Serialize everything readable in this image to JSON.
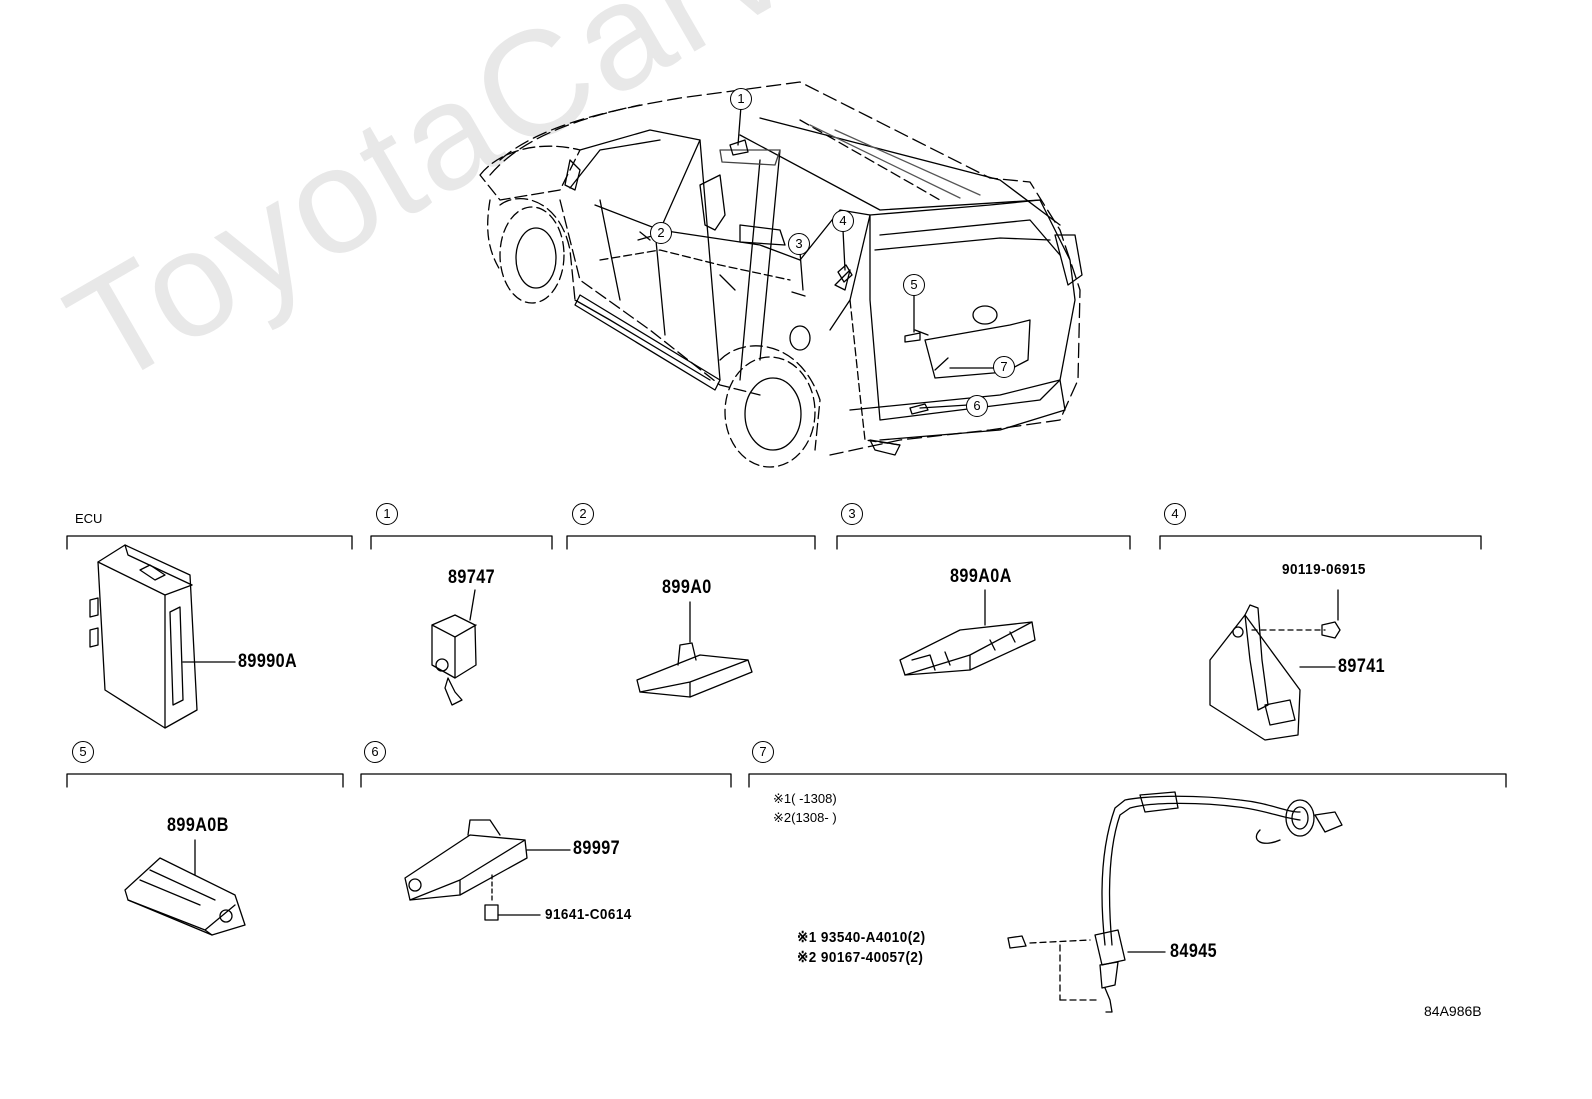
{
  "watermark": "ToyotaCarvine.ru",
  "diagram_code": "84A986B",
  "sections": {
    "ecu": {
      "title": "ECU",
      "part": "89990A"
    },
    "s1": {
      "marker": "1",
      "part": "89747"
    },
    "s2": {
      "marker": "2",
      "part": "899A0"
    },
    "s3": {
      "marker": "3",
      "part": "899A0A"
    },
    "s4": {
      "marker": "4",
      "part": "89741",
      "bolt": "90119-06915"
    },
    "s5": {
      "marker": "5",
      "part": "899A0B"
    },
    "s6": {
      "marker": "6",
      "part": "89997",
      "bolt": "91641-C0614"
    },
    "s7": {
      "marker": "7",
      "part": "84945",
      "note1": "※1(   -1308)",
      "note2": "※2(1308-   )",
      "bolt1": "※1 93540-A4010(2)",
      "bolt2": "※2 90167-40057(2)"
    }
  },
  "vehicle_markers": [
    "1",
    "2",
    "3",
    "4",
    "5",
    "6",
    "7"
  ]
}
